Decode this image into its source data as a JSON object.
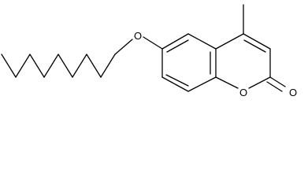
{
  "molecule": {
    "atom_labels": {
      "ether_oxygen": "O",
      "ring_oxygen": "O",
      "carbonyl_oxygen": "O"
    }
  }
}
